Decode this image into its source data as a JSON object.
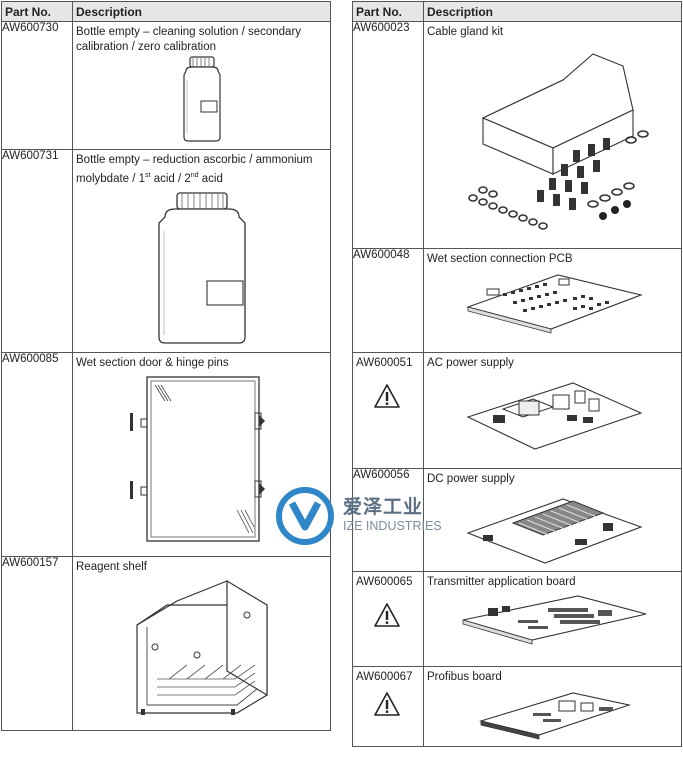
{
  "header": {
    "part_no": "Part No.",
    "description": "Description"
  },
  "left_rows": [
    {
      "part": "AW600730",
      "desc": "Bottle empty – cleaning solution / secondary calibration / zero calibration",
      "image": "small-bottle"
    },
    {
      "part": "AW600731",
      "desc_a": "Bottle empty – reduction ascorbic / ammonium molybdate / 1",
      "sup1": "st",
      "desc_b": " acid / 2",
      "sup2": "nd",
      "desc_c": " acid",
      "image": "large-bottle"
    },
    {
      "part": "AW600085",
      "desc": "Wet section door & hinge pins",
      "image": "door"
    },
    {
      "part": "AW600157",
      "desc": "Reagent shelf",
      "image": "shelf"
    }
  ],
  "right_rows": [
    {
      "part": "AW600023",
      "desc": "Cable gland kit",
      "image": "cable-gland-kit"
    },
    {
      "part": "AW600048",
      "desc": "Wet section connection PCB",
      "image": "pcb"
    },
    {
      "part": "AW600051",
      "desc": "AC power supply",
      "image": "ac-power-supply",
      "warning": true
    },
    {
      "part": "AW600056",
      "desc": "DC power supply",
      "image": "dc-power-supply"
    },
    {
      "part": "AW600065",
      "desc": "Transmitter application board",
      "image": "transmitter-board",
      "warning": true
    },
    {
      "part": "AW600067",
      "desc": "Profibus board",
      "image": "profibus-board",
      "warning": true
    }
  ],
  "watermark": {
    "cn": "爱泽工业",
    "en": "IZE INDUSTRIES"
  },
  "colors": {
    "header_bg": "#e6e6e6",
    "border": "#555555",
    "watermark_blue": "#2f86c8"
  }
}
